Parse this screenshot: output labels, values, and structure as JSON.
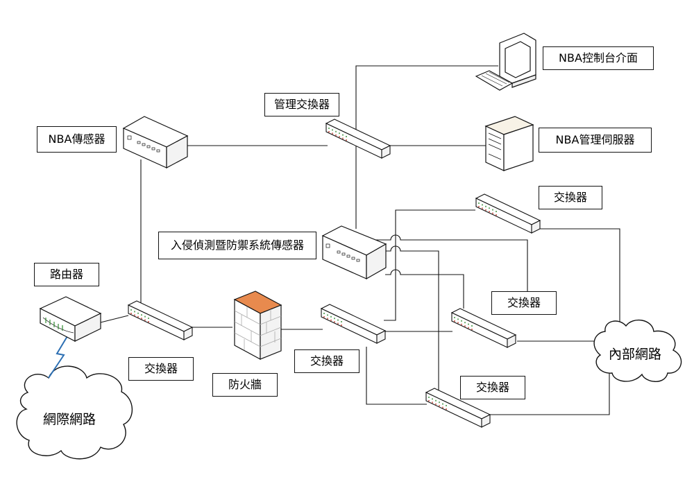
{
  "labels": {
    "nba_console": "NBA控制台介面",
    "nba_server": "NBA管理伺服器",
    "mgmt_switch": "管理交換器",
    "nba_sensor": "NBA傳感器",
    "ids_ips_sensor": "入侵偵測暨防禦系統傳感器",
    "router": "路由器",
    "switch_edge": "交換器",
    "firewall": "防火牆",
    "switch_center": "交換器",
    "switch_top_right": "交換器",
    "switch_mid_right": "交換器",
    "switch_bottom_right": "交換器"
  },
  "clouds": {
    "internet": "網際網路",
    "internal": "內部網路"
  },
  "colors": {
    "line": "#111111",
    "device_face": "#ffffff",
    "device_side": "#f3f3f3",
    "firewall_top": "#e88a4e",
    "port_led": "#2e8b2e",
    "lightning": "#2c6fb3"
  }
}
